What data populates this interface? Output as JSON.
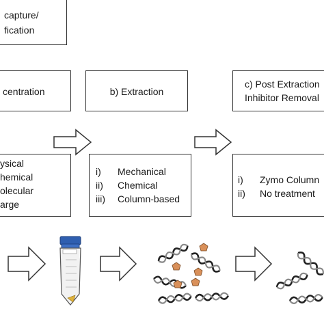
{
  "boxes": {
    "top": {
      "line1": "capture/",
      "line2": "fication"
    },
    "a_title": "centration",
    "b_title": "b) Extraction",
    "c_title_line1": "c) Post Extraction",
    "c_title_line2": "Inhibitor Removal",
    "a_list": [
      "ysical",
      "hemical",
      "olecular",
      "arge"
    ],
    "b_list": [
      {
        "num": "i)",
        "text": "Mechanical"
      },
      {
        "num": "ii)",
        "text": "Chemical"
      },
      {
        "num": "iii)",
        "text": "Column-based"
      }
    ],
    "c_list": [
      {
        "num": "i)",
        "text": "Zymo Column"
      },
      {
        "num": "ii)",
        "text": "No treatment"
      }
    ]
  },
  "colors": {
    "stroke": "#333333",
    "tube_cap": "#2f5fb0",
    "inhibitor": "#d9905a"
  },
  "icons": [
    "arrow-right-icon",
    "centrifuge-tube-icon",
    "dna-strand-icon",
    "inhibitor-pentagon-icon"
  ]
}
